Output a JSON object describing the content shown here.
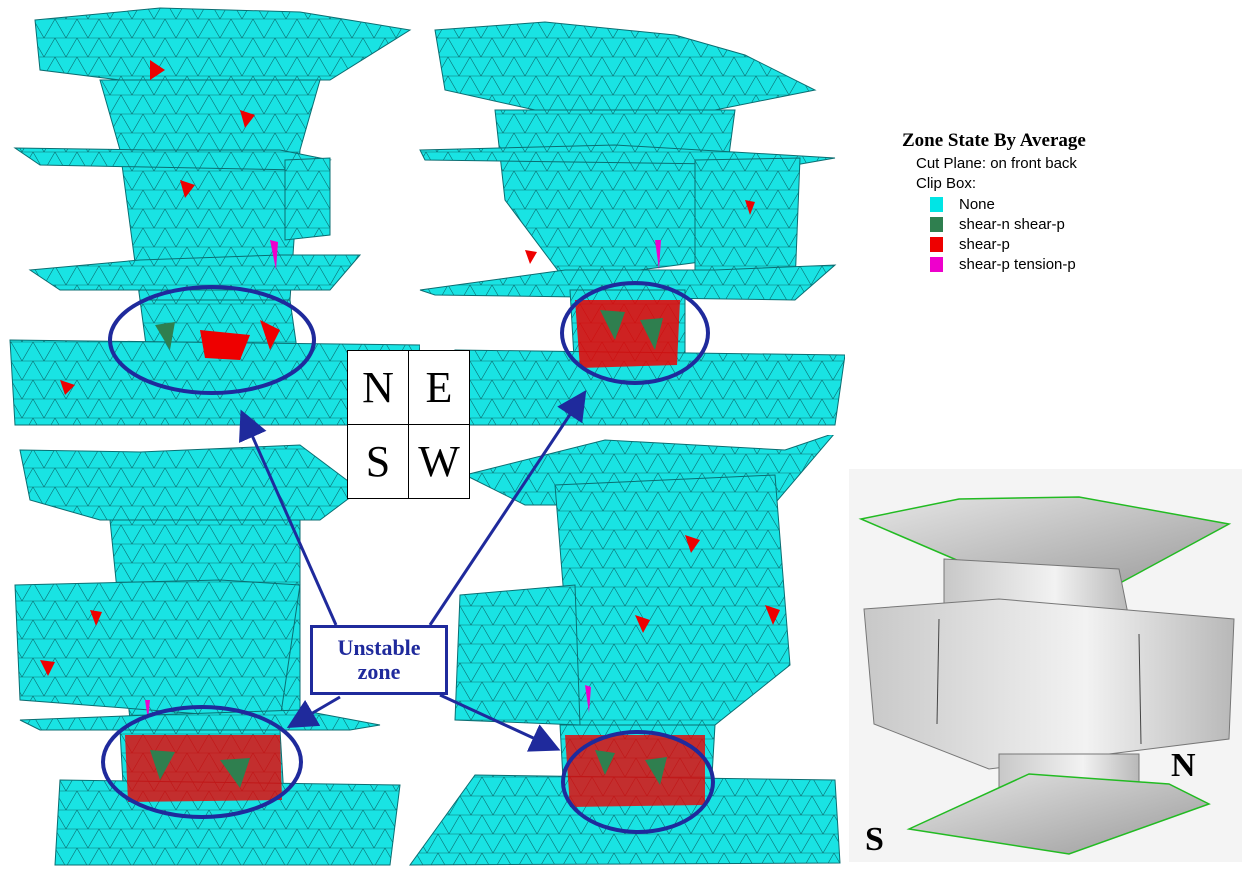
{
  "legend": {
    "title": "Zone State By Average",
    "cut_plane": "Cut Plane: on front back",
    "clip_box": "Clip Box:",
    "items": [
      {
        "label": "None",
        "color": "#00e5e5"
      },
      {
        "label": "shear-n shear-p",
        "color": "#2f7f4f"
      },
      {
        "label": "shear-p",
        "color": "#ee0000"
      },
      {
        "label": "shear-p tension-p",
        "color": "#ee00cc"
      }
    ]
  },
  "compass": {
    "n": "N",
    "e": "E",
    "s": "S",
    "w": "W"
  },
  "callout": {
    "line1": "Unstable",
    "line2": "zone"
  },
  "photo": {
    "label_n": "N",
    "label_s": "S"
  },
  "colors": {
    "mesh": "#19e0e0",
    "mesh_dark": "#0b8f93",
    "accent": "#1f2a9c",
    "edge": "#00aa00"
  }
}
